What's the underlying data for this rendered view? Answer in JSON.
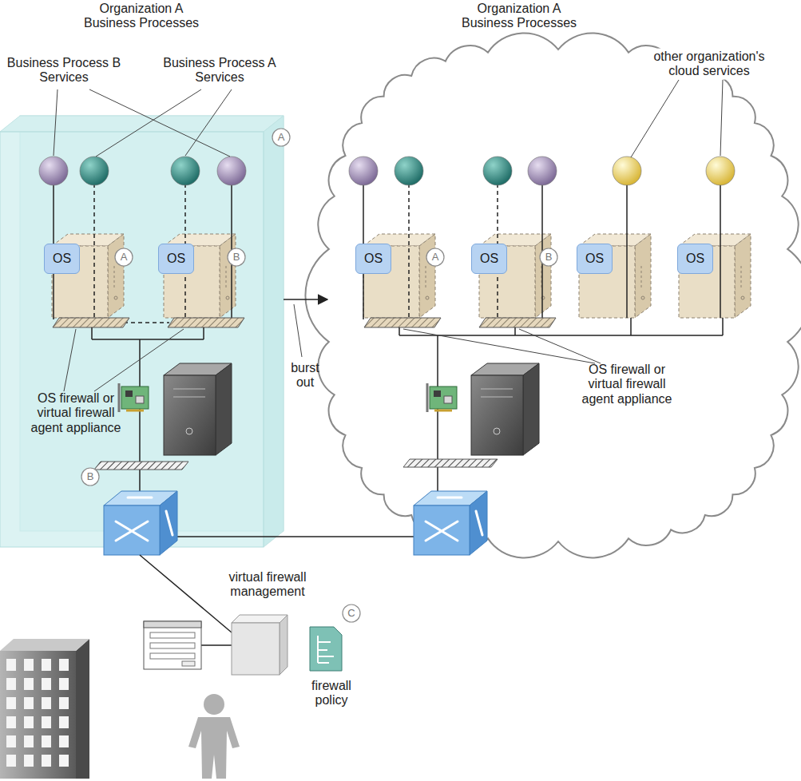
{
  "diagram": {
    "nodes": [
      {
        "text": [
          "Organization A Business Processes"
        ]
      },
      {
        "text": [
          "OS"
        ],
        "in": 0
      },
      {
        "text": [
          "OS"
        ],
        "in": 0
      },
      {
        "text": [
          "Organization A Business Processes"
        ]
      },
      {
        "text": [
          "OS"
        ],
        "in": 3
      },
      {
        "text": [
          "OS"
        ],
        "in": 3
      },
      {
        "text": [
          "OS"
        ],
        "in": 3
      },
      {
        "text": [
          "OS"
        ],
        "in": 3
      }
    ],
    "edges": [
      {
        "from": 0,
        "to": 3,
        "arrow": "to",
        "label": "burst out"
      }
    ],
    "labels": [
      "Business Process B Services",
      "Business Process A Services",
      "other organization's cloud services",
      "A",
      "A",
      "B",
      "A",
      "B",
      "OS firewall or virtual firewall agent appliance",
      "OS firewall or virtual firewall agent appliance",
      "B",
      "virtual firewall management",
      "C",
      "firewall policy"
    ]
  }
}
